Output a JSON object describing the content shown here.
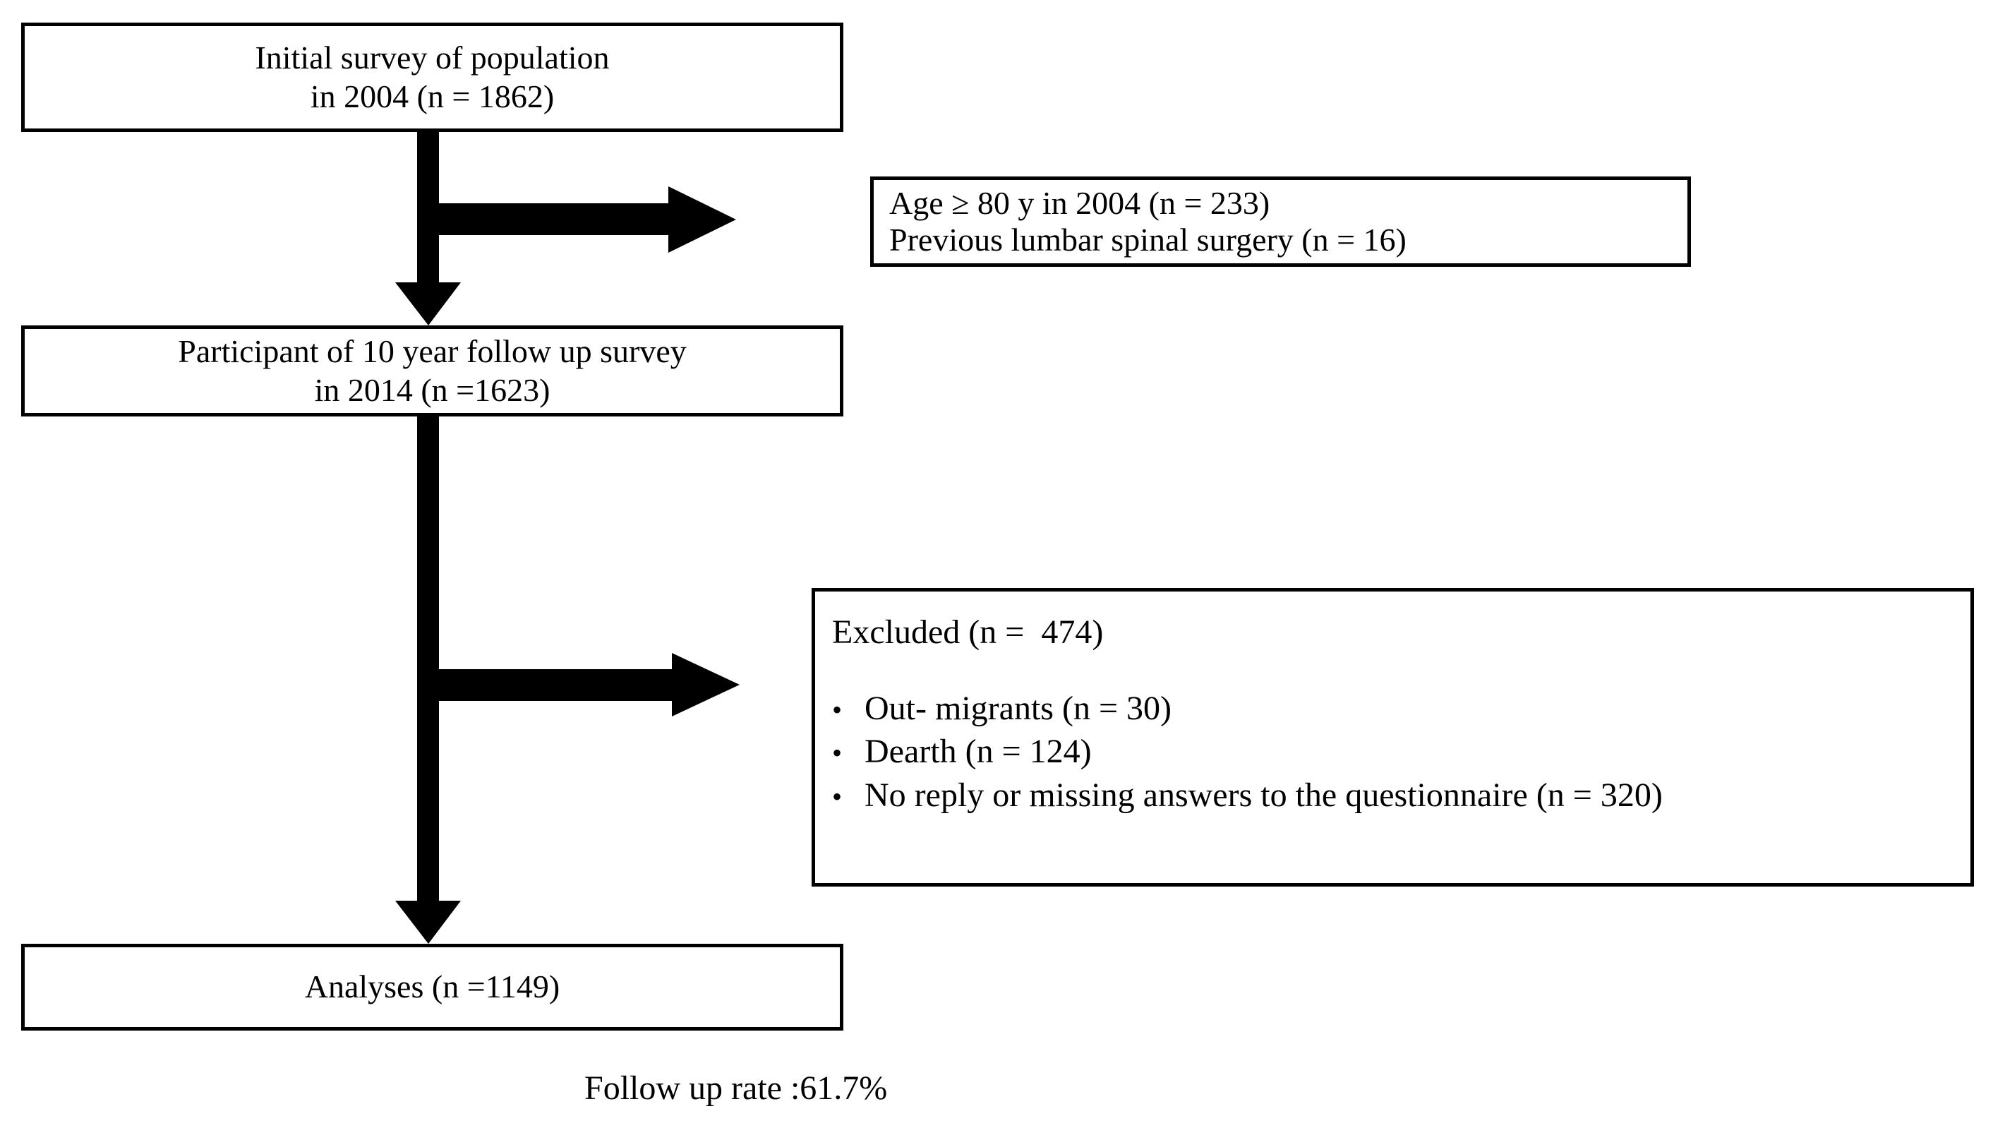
{
  "diagram": {
    "type": "study-flow-diagram",
    "stroke_color": "#000000",
    "background_color": "#ffffff",
    "boxes": {
      "initial_survey": {
        "text": "Initial survey of population\nin 2004 (n = 1862)"
      },
      "exclusion_criteria": {
        "text": "Age ≥ 80 y in 2004 (n = 233)\nPrevious lumbar spinal surgery (n = 16)"
      },
      "followup_survey": {
        "text": "Participant of 10 year follow up survey\nin 2014 (n =1623)"
      },
      "excluded": {
        "heading": "Excluded (n =  474)",
        "bullet_glyph": "•",
        "items": [
          "Out- migrants (n = 30)",
          "Dearth (n = 124)",
          "No reply or missing answers to the questionnaire (n = 320)"
        ]
      },
      "analyses": {
        "text": "Analyses (n =1149)"
      }
    },
    "caption": {
      "follow_up_rate": "Follow up rate :61.7%"
    },
    "arrows": [
      {
        "name": "arrow-initial-to-followup",
        "direction": "down",
        "from": "initial_survey",
        "to": "followup_survey"
      },
      {
        "name": "arrow-initial-to-exclusion-criteria",
        "direction": "right",
        "from": "initial_survey",
        "to": "exclusion_criteria"
      },
      {
        "name": "arrow-followup-to-analyses",
        "direction": "down",
        "from": "followup_survey",
        "to": "analyses"
      },
      {
        "name": "arrow-followup-to-excluded",
        "direction": "right",
        "from": "followup_survey",
        "to": "excluded"
      }
    ]
  }
}
